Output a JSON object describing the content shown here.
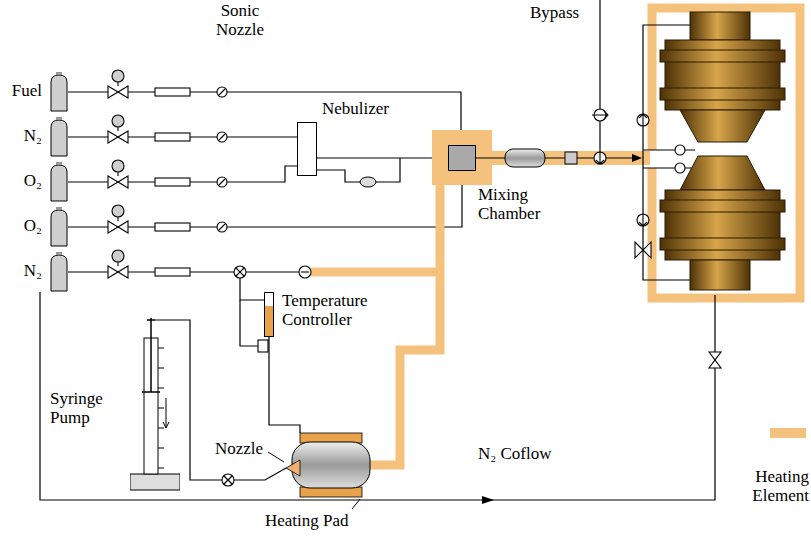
{
  "diagram": {
    "nodes": [
      {
        "text": [
          "Fuel"
        ]
      },
      {
        "text": [
          "N₂"
        ]
      },
      {
        "text": [
          "O₂"
        ]
      },
      {
        "text": [
          "O₂"
        ]
      },
      {
        "text": [
          "N₂"
        ]
      },
      {
        "text": [
          "Nebulizer"
        ]
      },
      {
        "text": [
          "Mixing Chamber"
        ]
      },
      {
        "text": [
          "Temperature Controller"
        ]
      },
      {
        "text": [
          "Syringe Pump"
        ]
      }
    ],
    "edges": [
      {
        "from": 0,
        "to": 6,
        "arrow": "none"
      },
      {
        "from": 1,
        "to": 5,
        "arrow": "none"
      },
      {
        "from": 2,
        "to": 5,
        "arrow": "none"
      },
      {
        "from": 3,
        "to": 6,
        "arrow": "none"
      },
      {
        "from": 5,
        "to": 6,
        "arrow": "none"
      }
    ],
    "labels": [
      "Sonic Nozzle",
      "Bypass",
      "Nozzle",
      "N₂ Coflow",
      "Heating Pad"
    ],
    "legend": [
      {
        "text": "Heating Element",
        "color": "#f5c27d"
      }
    ]
  }
}
